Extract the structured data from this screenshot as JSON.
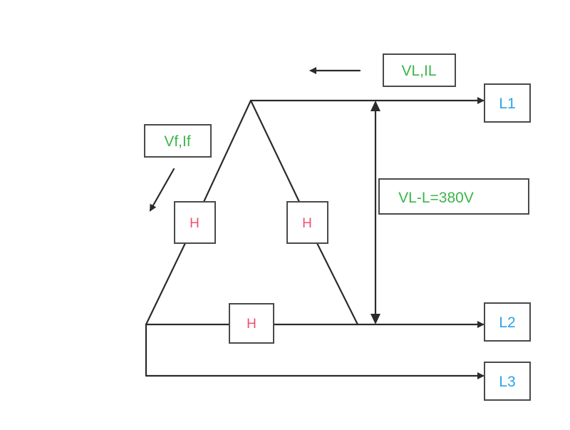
{
  "labels": {
    "line_quantities": "VL,IL",
    "phase_quantities": "Vf,If",
    "line_voltage": "VL-L=380V"
  },
  "terminals": [
    "L1",
    "L2",
    "L3"
  ],
  "heaters": [
    "H",
    "H",
    "H"
  ],
  "colors": {
    "quantity_text": "#3cb54a",
    "terminal_text": "#2aa4e4",
    "heater_text": "#f0506e",
    "wire": "#2b2b2b"
  }
}
